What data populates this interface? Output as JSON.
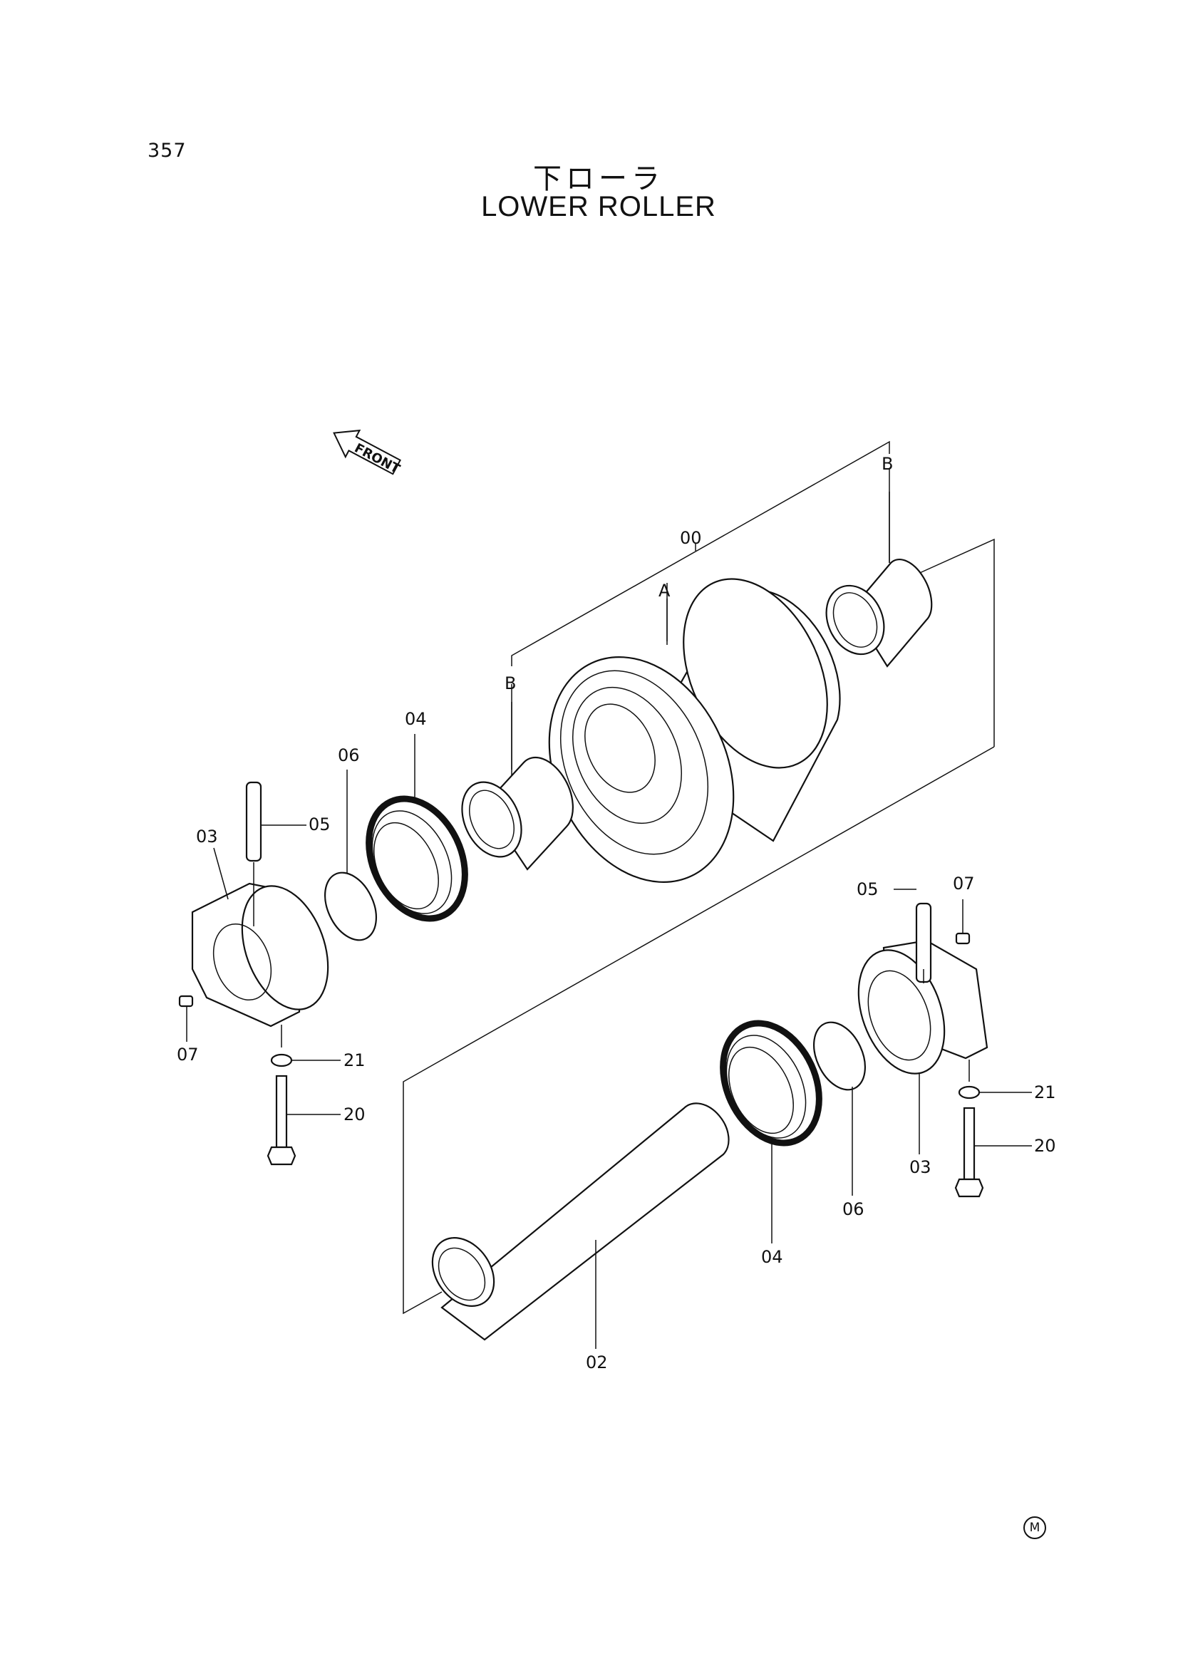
{
  "page_number": "357",
  "title_jp": "下ローラ",
  "title_en": "LOWER ROLLER",
  "front_label": "FRONT",
  "mark": "M",
  "callouts": {
    "assembly": "00",
    "roller": "A",
    "bushing_top": "B",
    "bushing_left": "B",
    "shaft": "02",
    "collar_left": "03",
    "collar_right": "03",
    "seal_left": "04",
    "seal_right": "04",
    "pin_left": "05",
    "pin_right": "05",
    "oring_left": "06",
    "oring_right": "06",
    "plug_left": "07",
    "plug_right": "07",
    "bolt_left": "20",
    "bolt_right": "20",
    "washer_left": "21",
    "washer_right": "21"
  }
}
